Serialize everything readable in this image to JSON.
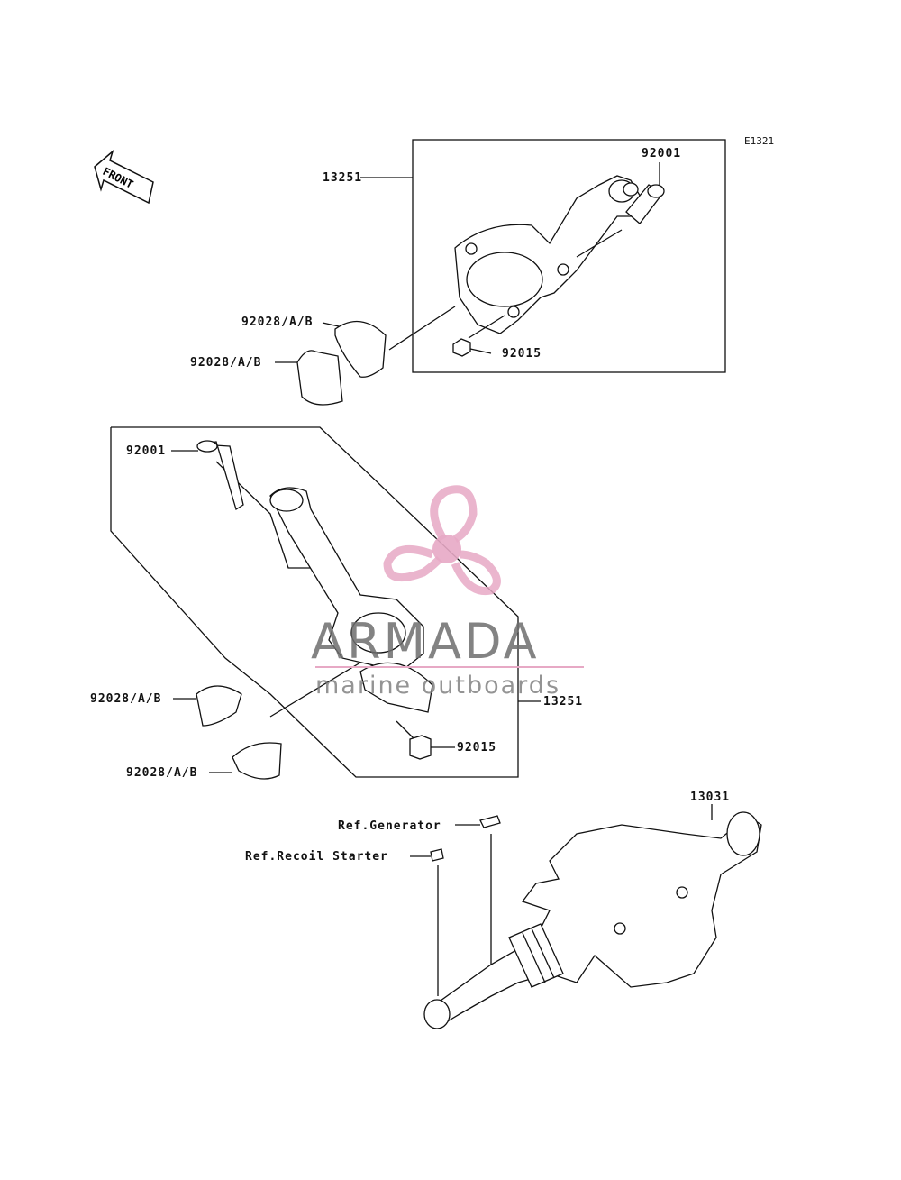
{
  "diagram_code": "E1321",
  "front_arrow": {
    "label": "FRONT",
    "icon": "front-arrow-icon"
  },
  "labels": {
    "top_assembly": "13251",
    "top_bolt": "92001",
    "top_bearing_1": "92028/A/B",
    "top_bearing_2": "92028/A/B",
    "top_nut": "92015",
    "mid_bolt": "92001",
    "mid_assembly": "13251",
    "mid_bearing_1": "92028/A/B",
    "mid_bearing_2": "92028/A/B",
    "mid_nut": "92015",
    "crankshaft": "13031",
    "ref_generator": "Ref.Generator",
    "ref_recoil": "Ref.Recoil Starter"
  },
  "watermark": {
    "title": "ARMADA",
    "subtitle": "marine outboards",
    "accent": "#e7a9c5"
  }
}
